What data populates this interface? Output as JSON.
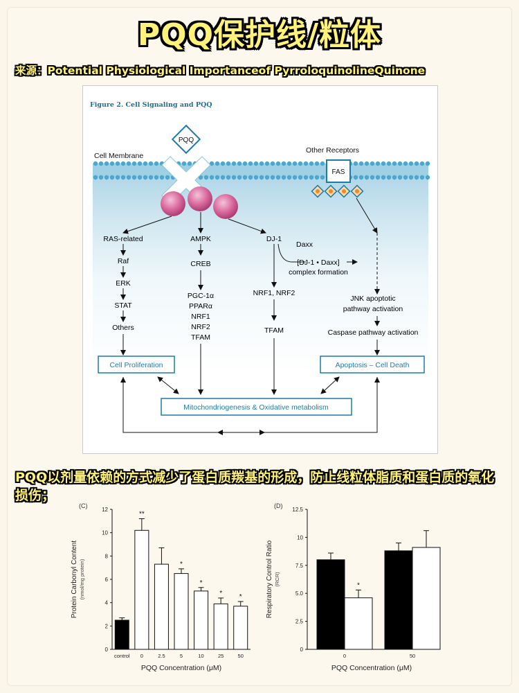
{
  "title": "PQQ保护线/粒体",
  "source": "来源：Potential Physiological Importanceof PyrroloquinolineQuinone",
  "figure": {
    "caption": "Figure 2. Cell Signaling and PQQ",
    "labels": {
      "pqq": "PQQ",
      "cell_membrane": "Cell Membrane",
      "other_receptors": "Other Receptors",
      "fas": "FAS",
      "ras_related": "RAS-related",
      "raf": "Raf",
      "erk": "ERK",
      "stat": "STAT",
      "others": "Others",
      "ampk": "AMPK",
      "creb": "CREB",
      "pgc": "PGC-1α",
      "ppar": "PPARα",
      "nrf1_a": "NRF1",
      "nrf2_a": "NRF2",
      "tfam_a": "TFAM",
      "dj1": "DJ-1",
      "daxx": "Daxx",
      "dj1_daxx": "[DJ-1 • Daxx]",
      "complex_formation": "complex formation",
      "nrf1_nrf2": "NRF1, NRF2",
      "tfam_b": "TFAM",
      "jnk1": "JNK apoptotic",
      "jnk2": "pathway activation",
      "caspase": "Caspase pathway activation",
      "cell_proliferation": "Cell Proliferation",
      "apoptosis": "Apoptosis – Cell Death",
      "mito": "Mitochondriogenesis & Oxidative metabolism"
    }
  },
  "summary": "PQQ以剂量依赖的方式减少了蛋白质羰基的形成，防止线粒体脂质和蛋白质的氧化损伤；",
  "chart_data": [
    {
      "type": "bar",
      "panel_label": "(C)",
      "ylabel": "Protein Carbonyl Content",
      "ylabel_sub": "(nmol/mg protein)",
      "xlabel": "PQQ Concentration (μM)",
      "categories": [
        "control",
        "0",
        "2.5",
        "5",
        "10",
        "25",
        "50"
      ],
      "values": [
        2.5,
        10.2,
        7.3,
        6.5,
        5.0,
        3.9,
        3.7
      ],
      "errors": [
        0.2,
        1.0,
        1.4,
        0.4,
        0.3,
        0.5,
        0.4
      ],
      "fills": [
        "#000000",
        "#ffffff",
        "#ffffff",
        "#ffffff",
        "#ffffff",
        "#ffffff",
        "#ffffff"
      ],
      "annotations": [
        "",
        "**",
        "",
        "*",
        "*",
        "*",
        "*"
      ],
      "ylim": [
        0,
        12
      ],
      "yticks": [
        "0",
        "2",
        "4",
        "6",
        "8",
        "10",
        "12"
      ]
    },
    {
      "type": "bar",
      "panel_label": "(D)",
      "ylabel": "Respiratory Control Ratio",
      "ylabel_sub": "(RCR)",
      "xlabel": "PQQ Concentration (μM)",
      "categories": [
        "0",
        "50"
      ],
      "series": [
        {
          "fill": "#000000",
          "values": [
            8.0,
            8.8
          ],
          "errors": [
            0.6,
            0.7
          ],
          "annotations": [
            "",
            ""
          ]
        },
        {
          "fill": "#ffffff",
          "values": [
            4.6,
            9.1
          ],
          "errors": [
            0.7,
            1.5
          ],
          "annotations": [
            "*",
            ""
          ]
        }
      ],
      "ylim": [
        0,
        12.5
      ],
      "yticks": [
        "0",
        "2.5",
        "5.0",
        "7.5",
        "10",
        "12.5"
      ]
    }
  ]
}
